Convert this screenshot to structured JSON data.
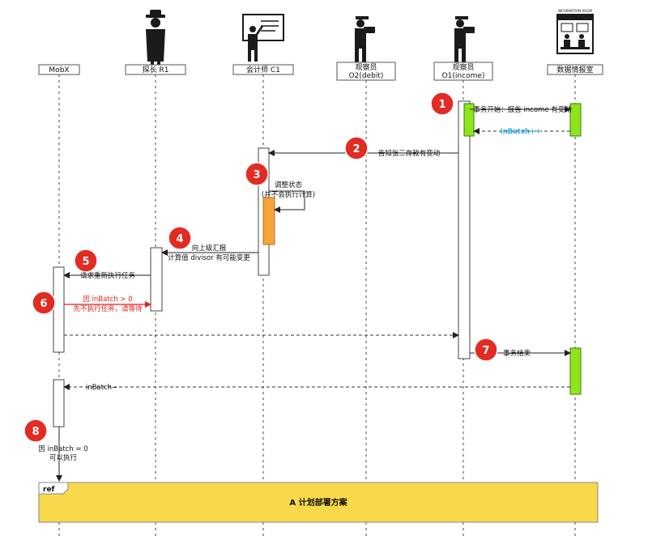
{
  "actors": [
    {
      "id": "mobx",
      "label_line1": "MobX",
      "label_line2": ""
    },
    {
      "id": "r1",
      "label_line1": "探长 R1",
      "label_line2": ""
    },
    {
      "id": "c1",
      "label_line1": "会计师 C1",
      "label_line2": ""
    },
    {
      "id": "o2",
      "label_line1": "观察员",
      "label_line2": "O2(debit)"
    },
    {
      "id": "o1",
      "label_line1": "观察员",
      "label_line2": "O1(income)"
    },
    {
      "id": "room",
      "label_line1": "数据情报室",
      "label_line2": ""
    }
  ],
  "icons": {
    "r1": "detective-icon",
    "c1": "accountant-teacher-icon",
    "o2": "observer-camera-icon",
    "o1": "observer-camera-icon",
    "room": "intelligence-room-icon"
  },
  "room_sign": "INFORMATION ROOM",
  "messages": {
    "m1": "事务开始：报告 income 有变动",
    "m1_reply": "inBatch++",
    "m2": "告知张三存款有变动",
    "m3_line1": "调整状态",
    "m3_line2": "(并不会执行计算)",
    "m4_line1": "向上级汇报",
    "m4_line2": "计算值 divisor 有可能变更",
    "m5": "请求重新执行任务",
    "m6_line1": "因 inBatch > 0",
    "m6_line2": "先不执行任务，请等待",
    "m7": "事务结束",
    "m7_reply": "inBatch--",
    "m8_line1": "因 inBatch = 0",
    "m8_line2": "可以执行"
  },
  "badges": [
    "1",
    "2",
    "3",
    "4",
    "5",
    "6",
    "7",
    "8"
  ],
  "ref": {
    "tag": "ref",
    "title": "A 计划部署方案"
  },
  "colors": {
    "badge": "#e22b22",
    "green": "#8fe51c",
    "orange": "#f5a53c",
    "ref": "#f9d84a",
    "blue_label": "#2aa7e0",
    "red_label": "#e0201a"
  }
}
